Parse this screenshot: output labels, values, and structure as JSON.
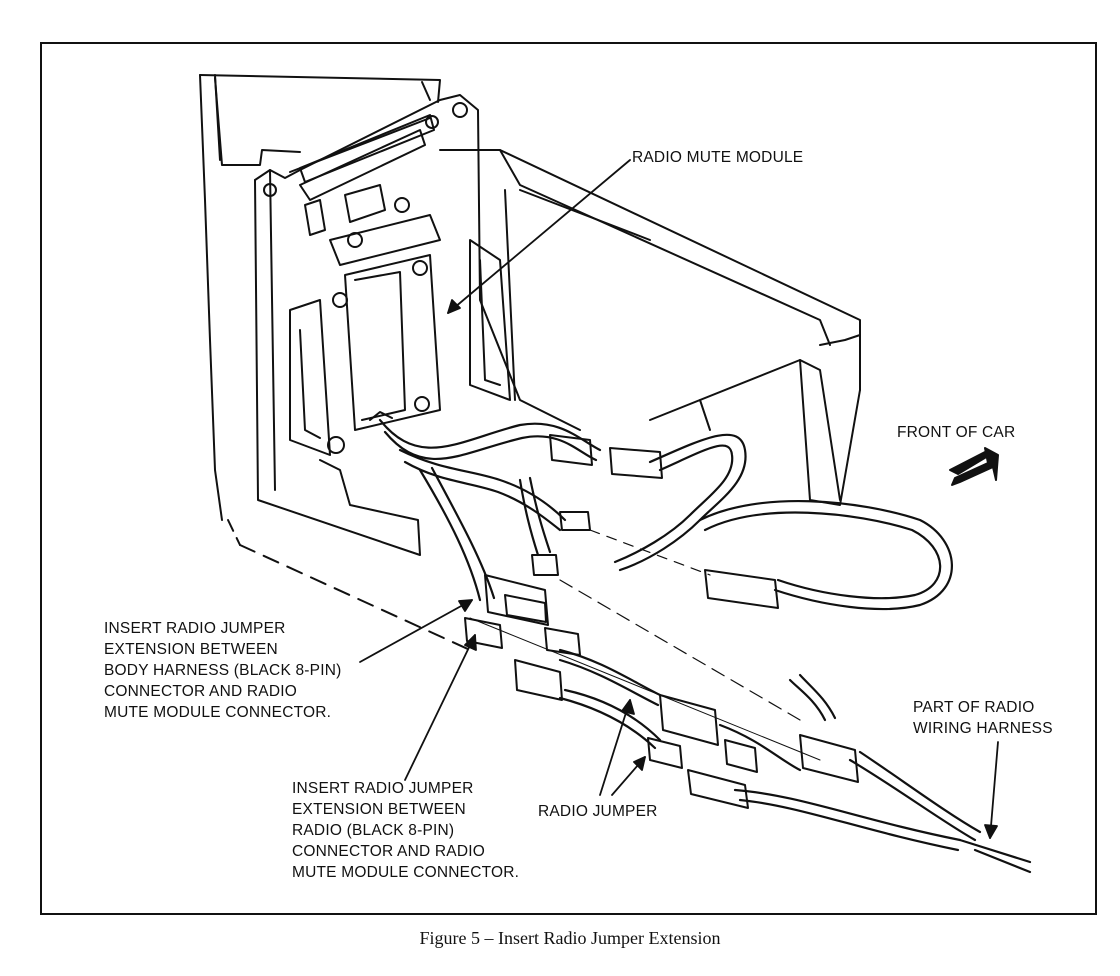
{
  "labels": {
    "radio_mute_module": "RADIO MUTE MODULE",
    "front_of_car": "FRONT OF CAR",
    "insert_body": [
      "INSERT RADIO JUMPER",
      "EXTENSION BETWEEN",
      "BODY HARNESS (BLACK 8-PIN)",
      "CONNECTOR AND RADIO",
      "MUTE MODULE CONNECTOR."
    ],
    "part_of_harness": [
      "PART OF RADIO",
      "WIRING HARNESS"
    ],
    "insert_radio": [
      "INSERT RADIO JUMPER",
      "EXTENSION BETWEEN",
      "RADIO (BLACK 8-PIN)",
      "CONNECTOR AND RADIO",
      "MUTE MODULE CONNECTOR."
    ],
    "radio_jumper": "RADIO JUMPER"
  },
  "caption": {
    "text": "Figure 5 – Insert Radio Jumper Extension"
  }
}
